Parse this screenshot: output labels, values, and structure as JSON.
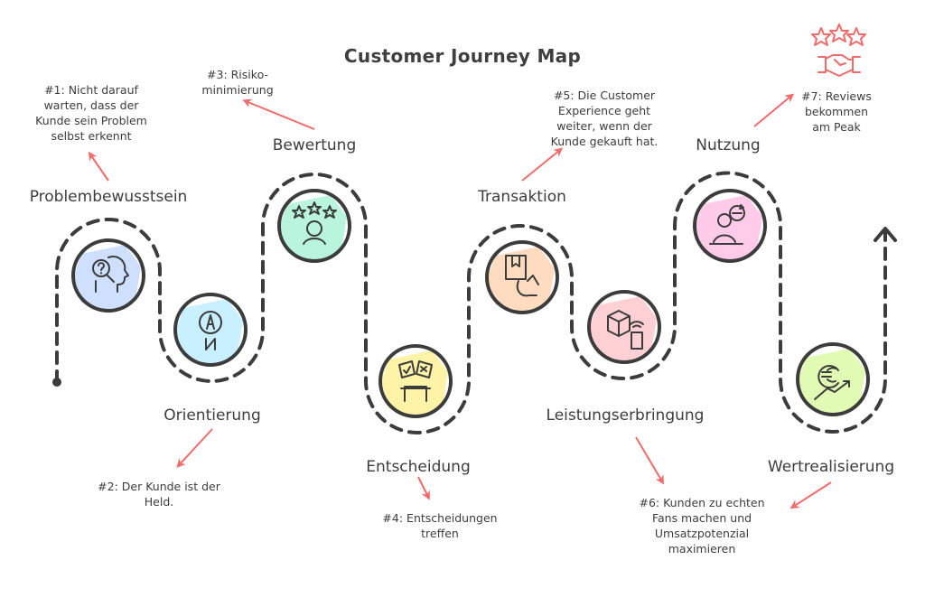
{
  "title": "Customer Journey Map",
  "colors": {
    "path": "#3c3c3c",
    "arrow": "#f26b6b",
    "accent_icon": "#f26b6b"
  },
  "stages": [
    {
      "id": 1,
      "label": "Problembewusstsein",
      "icon": "head-question-icon",
      "fill": "#cfe0ff"
    },
    {
      "id": 2,
      "label": "Orientierung",
      "icon": "compass-icon",
      "fill": "#c9f0ff"
    },
    {
      "id": 3,
      "label": "Bewertung",
      "icon": "rating-stars-person-icon",
      "fill": "#b8f5dc"
    },
    {
      "id": 4,
      "label": "Entscheidung",
      "icon": "decision-checkboxes-icon",
      "fill": "#fff3a8"
    },
    {
      "id": 5,
      "label": "Transaktion",
      "icon": "package-hand-icon",
      "fill": "#ffdcbf"
    },
    {
      "id": 6,
      "label": "Leistungserbringung",
      "icon": "delivery-box-phone-icon",
      "fill": "#ffd0d3"
    },
    {
      "id": 7,
      "label": "Nutzung",
      "icon": "person-using-icon",
      "fill": "#ffcbe8"
    },
    {
      "id": 8,
      "label": "Wertrealisierung",
      "icon": "euro-growth-icon",
      "fill": "#e2fbb4"
    }
  ],
  "notes": [
    {
      "id": 1,
      "text": "#1: Nicht darauf\nwarten, dass der\nKunde sein Problem\nselbst erkennt"
    },
    {
      "id": 2,
      "text": "#2: Der Kunde ist der\nHeld."
    },
    {
      "id": 3,
      "text": "#3: Risiko-\nminimierung"
    },
    {
      "id": 4,
      "text": "#4: Entscheidungen\ntreffen"
    },
    {
      "id": 5,
      "text": "#5: Die Customer\nExperience geht\nweiter, wenn der\nKunde gekauft hat."
    },
    {
      "id": 6,
      "text": "#6: Kunden zu echten\nFans machen und\nUmsatzpotenzial\nmaximieren"
    },
    {
      "id": 7,
      "text": "#7: Reviews\nbekommen\nam Peak"
    }
  ],
  "decorations": {
    "reviews_icon": "stars-handshake-icon"
  }
}
